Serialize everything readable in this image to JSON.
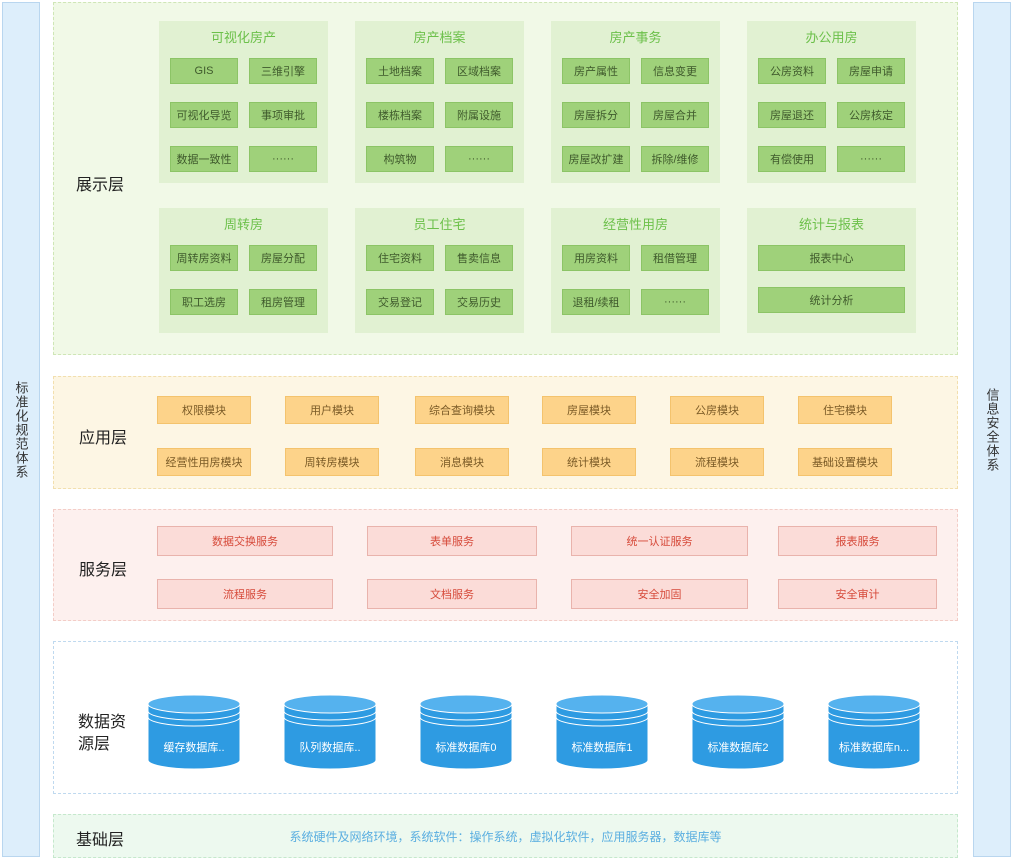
{
  "left_side": "标准化规范体系",
  "right_side": "信息安全体系",
  "display_layer": {
    "label": "展示层",
    "groups": [
      {
        "title": "可视化房产",
        "items": [
          "GIS",
          "三维引擎",
          "可视化导览",
          "事项审批",
          "数据一致性",
          "······"
        ]
      },
      {
        "title": "房产档案",
        "items": [
          "土地档案",
          "区域档案",
          "楼栋档案",
          "附属设施",
          "构筑物",
          "······"
        ]
      },
      {
        "title": "房产事务",
        "items": [
          "房产属性",
          "信息变更",
          "房屋拆分",
          "房屋合并",
          "房屋改扩建",
          "拆除/维修"
        ]
      },
      {
        "title": "办公用房",
        "items": [
          "公房资料",
          "房屋申请",
          "房屋退还",
          "公房核定",
          "有偿使用",
          "······"
        ]
      },
      {
        "title": "周转房",
        "items": [
          "周转房资料",
          "房屋分配",
          "职工选房",
          "租房管理"
        ]
      },
      {
        "title": "员工住宅",
        "items": [
          "住宅资料",
          "售卖信息",
          "交易登记",
          "交易历史"
        ]
      },
      {
        "title": "经营性用房",
        "items": [
          "用房资料",
          "租借管理",
          "退租/续租",
          "······"
        ]
      },
      {
        "title": "统计与报表",
        "items": [
          "报表中心",
          "统计分析"
        ]
      }
    ]
  },
  "app_layer": {
    "label": "应用层",
    "items": [
      "权限模块",
      "用户模块",
      "综合查询模块",
      "房屋模块",
      "公房模块",
      "住宅模块",
      "经营性用房模块",
      "周转房模块",
      "消息模块",
      "统计模块",
      "流程模块",
      "基础设置模块"
    ]
  },
  "service_layer": {
    "label": "服务层",
    "items": [
      "数据交换服务",
      "表单服务",
      "统一认证服务",
      "报表服务",
      "流程服务",
      "文档服务",
      "安全加固",
      "安全审计"
    ]
  },
  "data_layer": {
    "label_line1": "数据资",
    "label_line2": "源层",
    "databases": [
      "缓存数据库..",
      "队列数据库..",
      "标准数据库0",
      "标准数据库1",
      "标准数据库2",
      "标准数据库n..."
    ]
  },
  "base_layer": {
    "label": "基础层",
    "text": "系统硬件及网络环境，系统软件：操作系统，虚拟化软件，应用服务器，数据库等"
  },
  "colors": {
    "db_fill": "#2e9be2",
    "db_top": "#55b2ee",
    "db_stroke": "#ffffff"
  }
}
